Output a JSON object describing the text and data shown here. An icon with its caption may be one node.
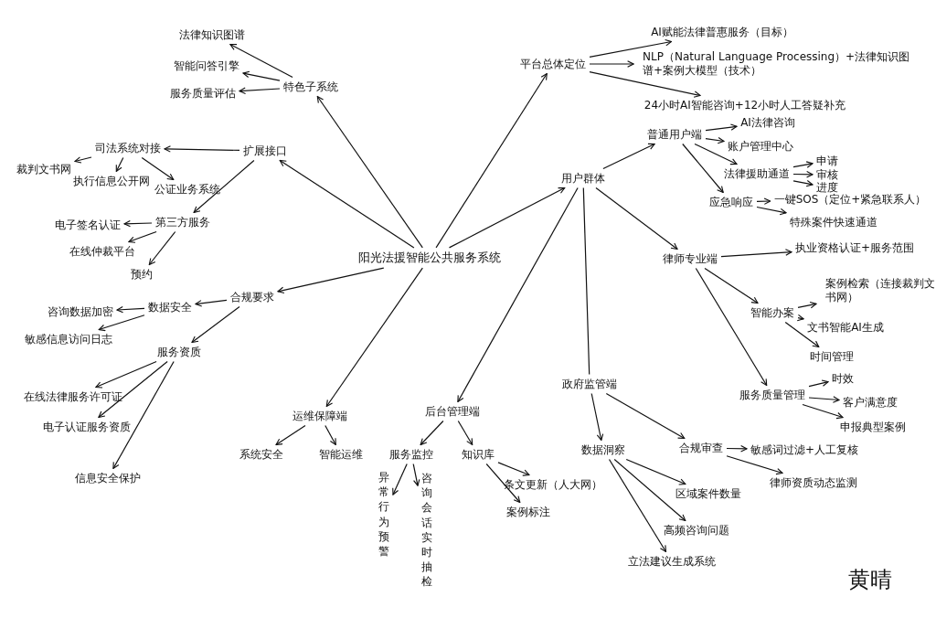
{
  "diagram": {
    "nodes": [
      {
        "text": [
          "阳光法援智能公共服务系统"
        ]
      },
      {
        "text": [
          "特色子系统"
        ]
      },
      {
        "text": [
          "法律知识图谱"
        ]
      },
      {
        "text": [
          "智能问答引擎"
        ]
      },
      {
        "text": [
          "服务质量评估"
        ]
      },
      {
        "text": [
          "扩展接口"
        ]
      },
      {
        "text": [
          "司法系统对接"
        ]
      },
      {
        "text": [
          "裁判文书网"
        ]
      },
      {
        "text": [
          "执行信息公开网"
        ]
      },
      {
        "text": [
          "公证业务系统"
        ]
      },
      {
        "text": [
          "第三方服务"
        ]
      },
      {
        "text": [
          "电子签名认证"
        ]
      },
      {
        "text": [
          "在线仲裁平台"
        ]
      },
      {
        "text": [
          "预约"
        ]
      },
      {
        "text": [
          "合规要求"
        ]
      },
      {
        "text": [
          "数据安全"
        ]
      },
      {
        "text": [
          "咨询数据加密"
        ]
      },
      {
        "text": [
          "敏感信息访问日志"
        ]
      },
      {
        "text": [
          "服务资质"
        ]
      },
      {
        "text": [
          "在线法律服务许可证"
        ]
      },
      {
        "text": [
          "电子认证服务资质"
        ]
      },
      {
        "text": [
          "信息安全保护"
        ]
      },
      {
        "text": [
          "运维保障端"
        ]
      },
      {
        "text": [
          "系统安全"
        ]
      },
      {
        "text": [
          "智能运维"
        ]
      },
      {
        "text": [
          "后台管理端"
        ]
      },
      {
        "text": [
          "服务监控"
        ]
      },
      {
        "text": [
          "异常行为预警"
        ]
      },
      {
        "text": [
          "咨询会话实时抽检"
        ]
      },
      {
        "text": [
          "知识库"
        ]
      },
      {
        "text": [
          "条文更新（人大网）"
        ]
      },
      {
        "text": [
          "案例标注"
        ]
      },
      {
        "text": [
          "政府监管端"
        ]
      },
      {
        "text": [
          "数据洞察"
        ]
      },
      {
        "text": [
          "区域案件数量"
        ]
      },
      {
        "text": [
          "高频咨询问题"
        ]
      },
      {
        "text": [
          "立法建议生成系统"
        ]
      },
      {
        "text": [
          "合规审查"
        ]
      },
      {
        "text": [
          "敏感词过滤+人工复核"
        ]
      },
      {
        "text": [
          "律师资质动态监测"
        ]
      },
      {
        "text": [
          "用户群体"
        ]
      },
      {
        "text": [
          "平台总体定位"
        ]
      },
      {
        "text": [
          "AI赋能法律普惠服务（目标）"
        ]
      },
      {
        "text": [
          "NLP（Natural Language Processing）+法律知识图谱+案例大模型（技术）"
        ]
      },
      {
        "text": [
          "24小时AI智能咨询+12小时人工答疑补充"
        ]
      },
      {
        "text": [
          "普通用户端"
        ]
      },
      {
        "text": [
          "AI法律咨询"
        ]
      },
      {
        "text": [
          "账户管理中心"
        ]
      },
      {
        "text": [
          "法律援助通道"
        ]
      },
      {
        "text": [
          "申请"
        ]
      },
      {
        "text": [
          "审核"
        ]
      },
      {
        "text": [
          "进度"
        ]
      },
      {
        "text": [
          "应急响应"
        ]
      },
      {
        "text": [
          "一键SOS（定位+紧急联系人）"
        ]
      },
      {
        "text": [
          "特殊案件快速通道"
        ]
      },
      {
        "text": [
          "律师专业端"
        ]
      },
      {
        "text": [
          "执业资格认证+服务范围"
        ]
      },
      {
        "text": [
          "智能办案"
        ]
      },
      {
        "text": [
          "案例检索（连接裁判文书网）"
        ]
      },
      {
        "text": [
          "文书智能AI生成"
        ]
      },
      {
        "text": [
          "时间管理"
        ]
      },
      {
        "text": [
          "服务质量管理"
        ]
      },
      {
        "text": [
          "时效"
        ]
      },
      {
        "text": [
          "客户满意度"
        ]
      },
      {
        "text": [
          "申报典型案例"
        ]
      }
    ],
    "edges": [
      {
        "from": 0,
        "to": 1,
        "arrow": "to"
      },
      {
        "from": 0,
        "to": 5,
        "arrow": "to"
      },
      {
        "from": 0,
        "to": 14,
        "arrow": "to"
      },
      {
        "from": 0,
        "to": 22,
        "arrow": "to"
      },
      {
        "from": 0,
        "to": 40,
        "arrow": "to"
      },
      {
        "from": 0,
        "to": 41,
        "arrow": "to"
      },
      {
        "from": 1,
        "to": 2,
        "arrow": "to"
      },
      {
        "from": 1,
        "to": 3,
        "arrow": "to"
      },
      {
        "from": 1,
        "to": 4,
        "arrow": "to"
      },
      {
        "from": 5,
        "to": 6,
        "arrow": "to"
      },
      {
        "from": 5,
        "to": 10,
        "arrow": "to"
      },
      {
        "from": 6,
        "to": 7,
        "arrow": "to"
      },
      {
        "from": 6,
        "to": 8,
        "arrow": "to"
      },
      {
        "from": 6,
        "to": 9,
        "arrow": "to"
      },
      {
        "from": 10,
        "to": 11,
        "arrow": "to"
      },
      {
        "from": 10,
        "to": 12,
        "arrow": "to"
      },
      {
        "from": 10,
        "to": 13,
        "arrow": "to"
      },
      {
        "from": 14,
        "to": 15,
        "arrow": "to"
      },
      {
        "from": 14,
        "to": 18,
        "arrow": "to"
      },
      {
        "from": 15,
        "to": 16,
        "arrow": "to"
      },
      {
        "from": 15,
        "to": 17,
        "arrow": "to"
      },
      {
        "from": 18,
        "to": 19,
        "arrow": "to"
      },
      {
        "from": 18,
        "to": 20,
        "arrow": "to"
      },
      {
        "from": 18,
        "to": 21,
        "arrow": "to"
      },
      {
        "from": 22,
        "to": 23,
        "arrow": "to"
      },
      {
        "from": 22,
        "to": 24,
        "arrow": "to"
      },
      {
        "from": 40,
        "to": 25,
        "arrow": "to"
      },
      {
        "from": 25,
        "to": 26,
        "arrow": "to"
      },
      {
        "from": 25,
        "to": 29,
        "arrow": "to"
      },
      {
        "from": 26,
        "to": 27,
        "arrow": "to"
      },
      {
        "from": 26,
        "to": 28,
        "arrow": "to"
      },
      {
        "from": 29,
        "to": 30,
        "arrow": "to"
      },
      {
        "from": 29,
        "to": 31,
        "arrow": "to"
      },
      {
        "from": 40,
        "to": 32,
        "arrow": "none"
      },
      {
        "from": 32,
        "to": 33,
        "arrow": "to"
      },
      {
        "from": 32,
        "to": 37,
        "arrow": "to"
      },
      {
        "from": 33,
        "to": 34,
        "arrow": "to"
      },
      {
        "from": 33,
        "to": 35,
        "arrow": "to"
      },
      {
        "from": 33,
        "to": 36,
        "arrow": "to"
      },
      {
        "from": 37,
        "to": 38,
        "arrow": "to"
      },
      {
        "from": 37,
        "to": 39,
        "arrow": "to"
      },
      {
        "from": 41,
        "to": 42,
        "arrow": "to"
      },
      {
        "from": 41,
        "to": 43,
        "arrow": "to"
      },
      {
        "from": 41,
        "to": 44,
        "arrow": "to"
      },
      {
        "from": 40,
        "to": 45,
        "arrow": "to"
      },
      {
        "from": 40,
        "to": 55,
        "arrow": "to"
      },
      {
        "from": 45,
        "to": 46,
        "arrow": "to"
      },
      {
        "from": 45,
        "to": 47,
        "arrow": "to"
      },
      {
        "from": 45,
        "to": 48,
        "arrow": "to"
      },
      {
        "from": 45,
        "to": 52,
        "arrow": "to"
      },
      {
        "from": 48,
        "to": 49,
        "arrow": "to"
      },
      {
        "from": 48,
        "to": 50,
        "arrow": "to"
      },
      {
        "from": 48,
        "to": 51,
        "arrow": "to"
      },
      {
        "from": 52,
        "to": 53,
        "arrow": "to"
      },
      {
        "from": 52,
        "to": 54,
        "arrow": "to"
      },
      {
        "from": 55,
        "to": 56,
        "arrow": "to"
      },
      {
        "from": 55,
        "to": 57,
        "arrow": "to"
      },
      {
        "from": 55,
        "to": 61,
        "arrow": "to"
      },
      {
        "from": 57,
        "to": 58,
        "arrow": "to"
      },
      {
        "from": 57,
        "to": 59,
        "arrow": "to"
      },
      {
        "from": 57,
        "to": 60,
        "arrow": "to"
      },
      {
        "from": 61,
        "to": 62,
        "arrow": "to"
      },
      {
        "from": 61,
        "to": 63,
        "arrow": "to"
      },
      {
        "from": 61,
        "to": 64,
        "arrow": "to"
      }
    ],
    "labels": [
      "黄晴"
    ]
  }
}
